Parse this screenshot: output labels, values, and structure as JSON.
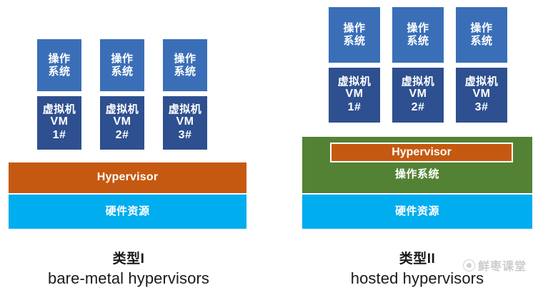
{
  "colors": {
    "background": "#ffffff",
    "os_box": "#3A6FB8",
    "vm_box": "#2E5090",
    "hypervisor": "#C65911",
    "hardware": "#00ADEF",
    "host_os": "#548235",
    "caption_text": "#1a1a1a"
  },
  "type1": {
    "os_boxes": [
      {
        "label": "操作\n系统"
      },
      {
        "label": "操作\n系统"
      },
      {
        "label": "操作\n系统"
      }
    ],
    "vm_boxes": [
      {
        "cn": "虚拟机",
        "en": "VM",
        "id": "1#"
      },
      {
        "cn": "虚拟机",
        "en": "VM",
        "id": "2#"
      },
      {
        "cn": "虚拟机",
        "en": "VM",
        "id": "3#"
      }
    ],
    "hypervisor_label": "Hypervisor",
    "hardware_label": "硬件资源",
    "caption_title": "类型I",
    "caption_sub": "bare-metal hypervisors"
  },
  "type2": {
    "os_boxes": [
      {
        "label": "操作\n系统"
      },
      {
        "label": "操作\n系统"
      },
      {
        "label": "操作\n系统"
      }
    ],
    "vm_boxes": [
      {
        "cn": "虚拟机",
        "en": "VM",
        "id": "1#"
      },
      {
        "cn": "虚拟机",
        "en": "VM",
        "id": "2#"
      },
      {
        "cn": "虚拟机",
        "en": "VM",
        "id": "3#"
      }
    ],
    "hypervisor_label": "Hypervisor",
    "host_os_label": "操作系统",
    "hardware_label": "硬件资源",
    "caption_title": "类型II",
    "caption_sub": "hosted hypervisors"
  },
  "watermark": {
    "text": "鲜枣课堂",
    "logo": "circle-logo"
  }
}
